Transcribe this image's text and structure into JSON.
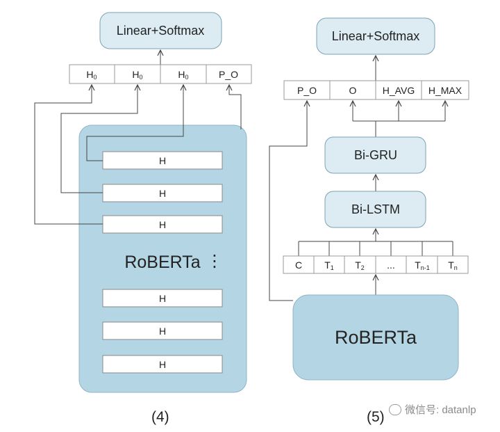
{
  "left": {
    "head": "Linear+Softmax",
    "concat_cells": [
      {
        "main": "H",
        "sub": "0"
      },
      {
        "main": "H",
        "sub": "0"
      },
      {
        "main": "H",
        "sub": "0"
      },
      {
        "main": "P_O",
        "sub": ""
      }
    ],
    "encoder": "RoBERTa",
    "encoder_dots": "⋮",
    "layers": [
      "H",
      "H",
      "H",
      "H",
      "H",
      "H"
    ],
    "caption": "(4)"
  },
  "right": {
    "head": "Linear+Softmax",
    "concat_cells": [
      "P_O",
      "O",
      "H_AVG",
      "H_MAX"
    ],
    "gru": "Bi-GRU",
    "lstm": "Bi-LSTM",
    "tokens": [
      {
        "main": "C",
        "sub": ""
      },
      {
        "main": "T",
        "sub": "1"
      },
      {
        "main": "T",
        "sub": "2"
      },
      {
        "main": "...",
        "sub": ""
      },
      {
        "main": "T",
        "sub": "n-1"
      },
      {
        "main": "T",
        "sub": "n"
      }
    ],
    "encoder": "RoBERTa",
    "caption": "(5)"
  },
  "watermark": "微信号: datanlp",
  "colors": {
    "box_fill": "#dcecf2",
    "encoder_fill": "#b4d6e4",
    "stroke": "#7da2b4",
    "line": "#444444"
  }
}
